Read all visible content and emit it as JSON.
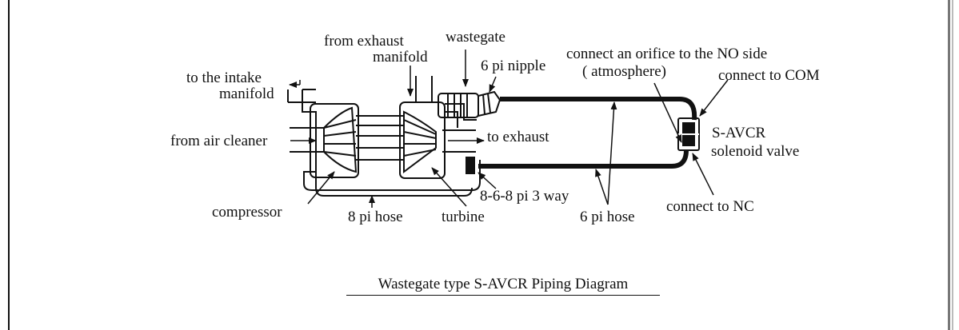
{
  "labels": {
    "from_exhaust_line1": "from exhaust",
    "from_exhaust_line2": "manifold",
    "wastegate": "wastegate",
    "six_pi_nipple": "6 pi nipple",
    "connect_orifice": "connect an orifice to the NO side",
    "atmosphere": "( atmosphere)",
    "connect_com": "connect to COM",
    "intake_line1": "to the intake",
    "intake_line2": "manifold",
    "from_air_cleaner": "from air cleaner",
    "to_exhaust": "to exhaust",
    "savcr_line1": "S-AVCR",
    "savcr_line2": "solenoid valve",
    "compressor": "compressor",
    "eight_pi_hose": "8 pi hose",
    "turbine": "turbine",
    "three_way": "8-6-8 pi 3 way",
    "six_pi_hose": "6 pi hose",
    "connect_nc": "connect to NC"
  },
  "caption": "Wastegate type S-AVCR Piping Diagram"
}
